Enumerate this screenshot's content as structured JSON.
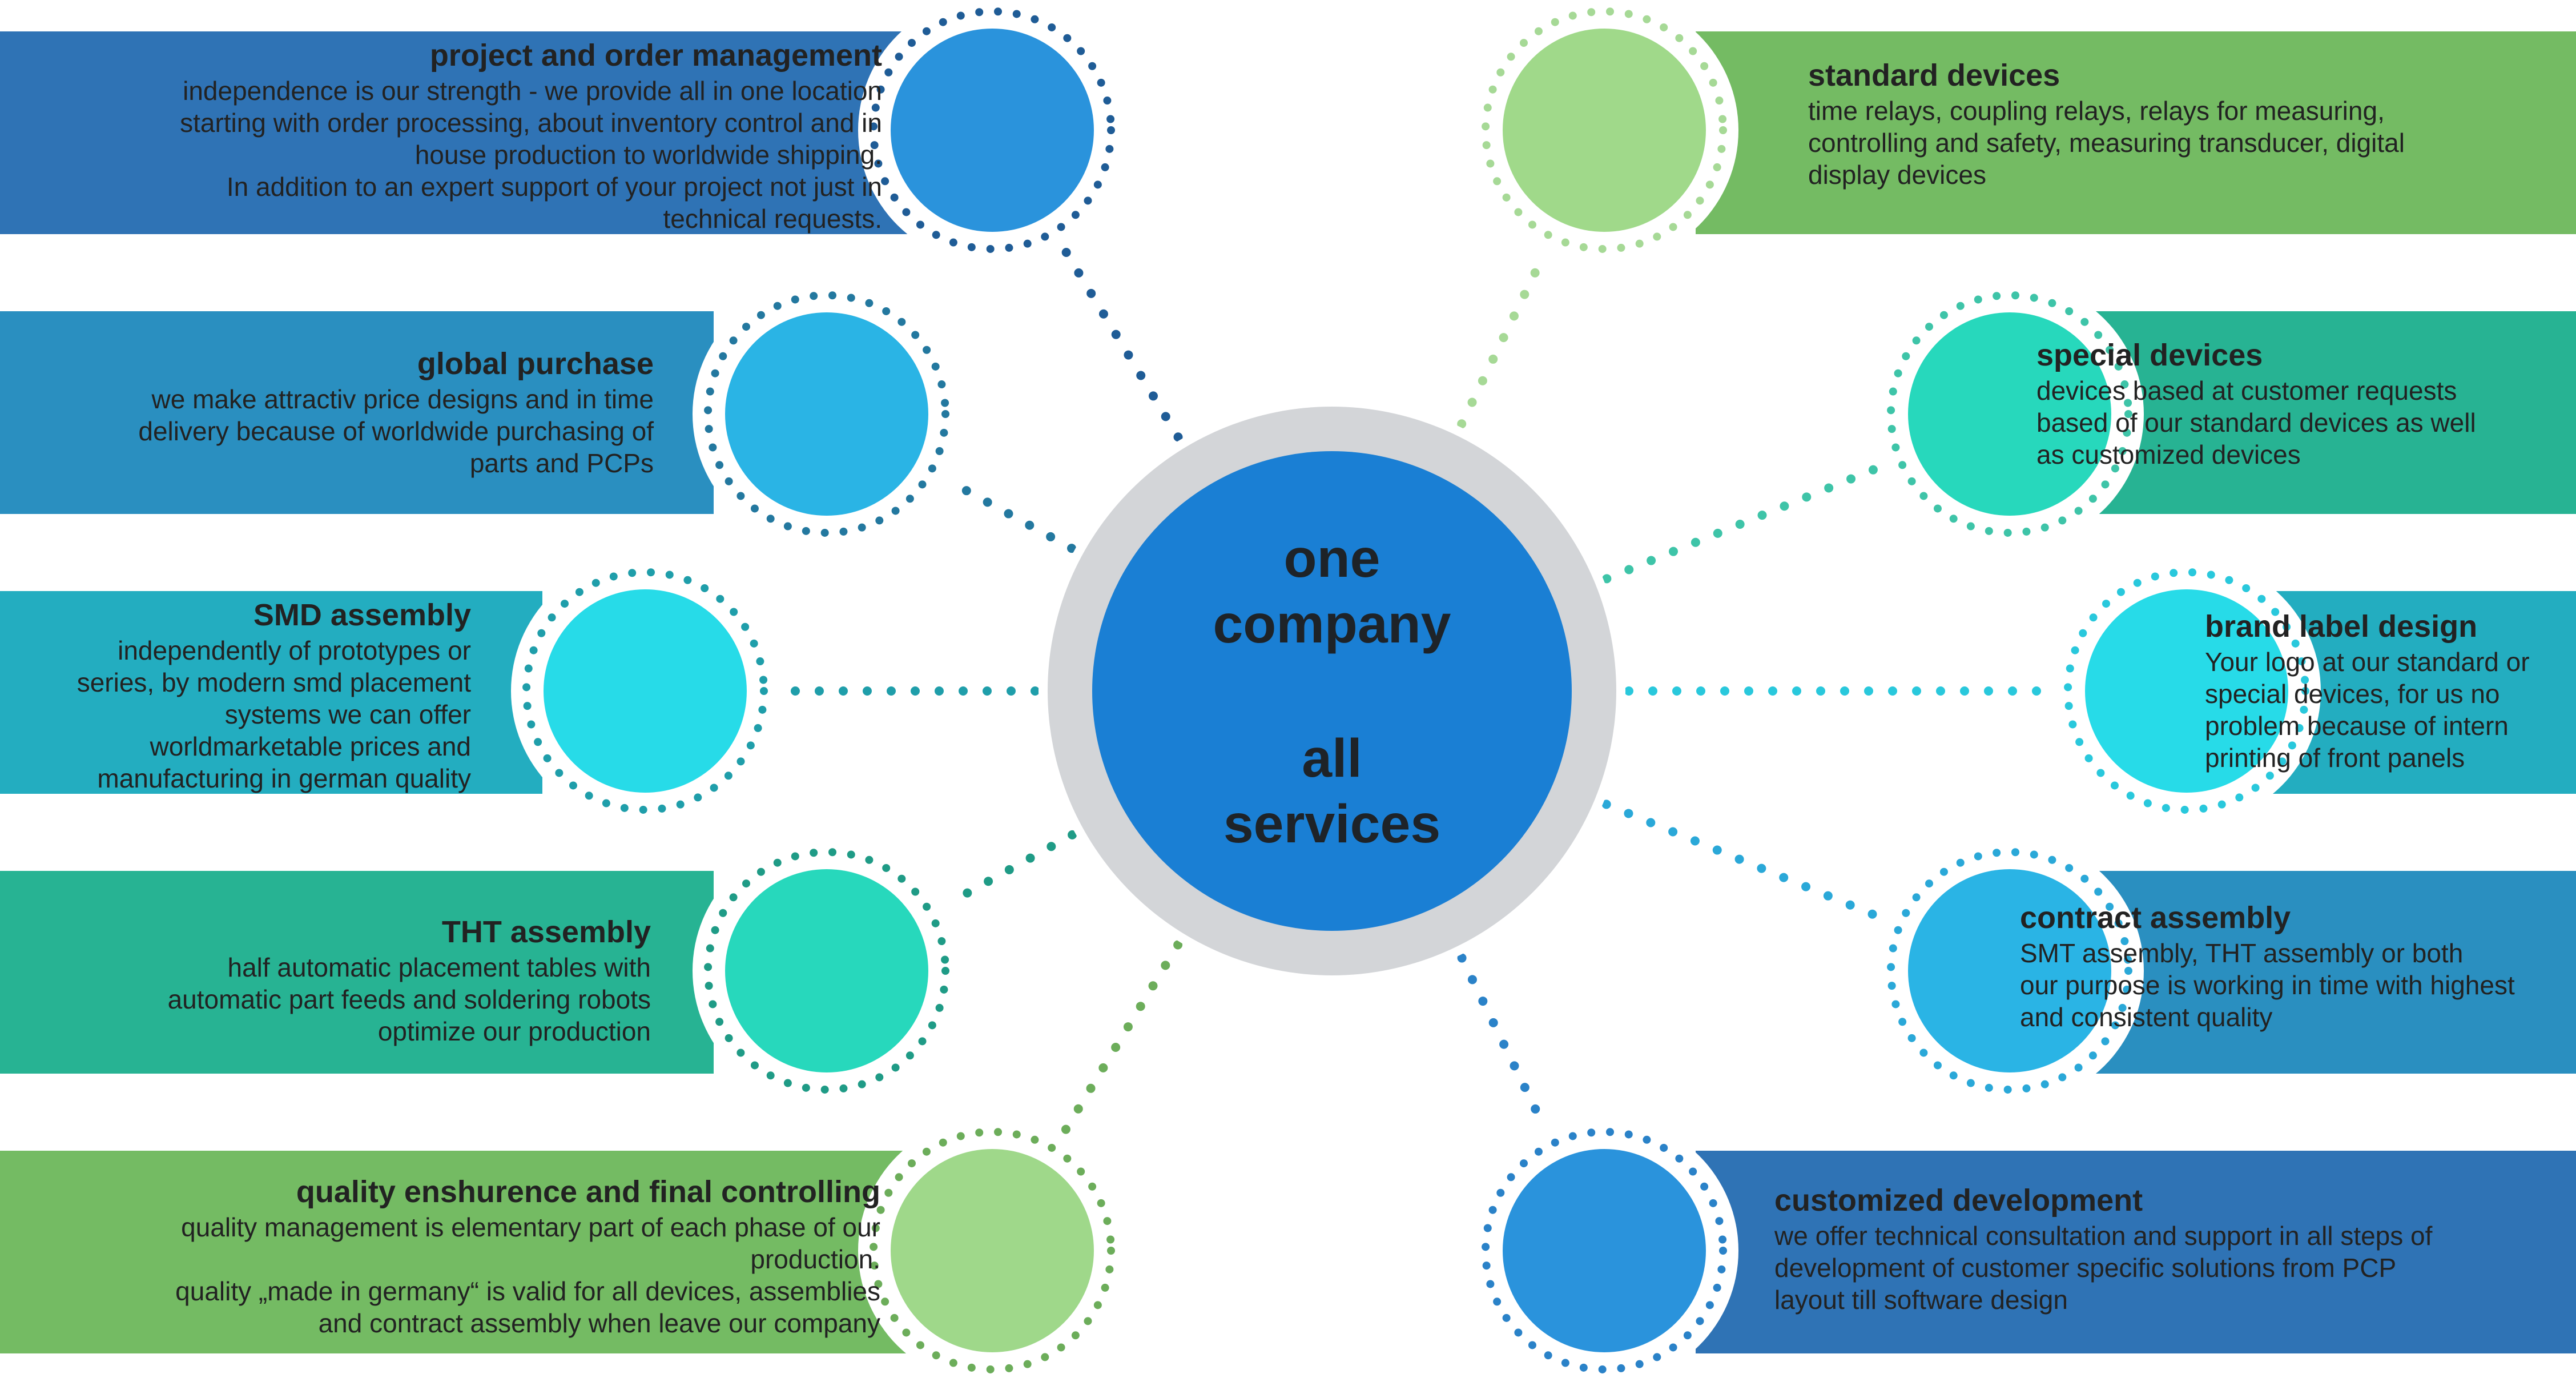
{
  "hub": {
    "lines": [
      "one",
      "company",
      "",
      "all",
      "services"
    ],
    "colors": {
      "fill": "#1a7fd4",
      "ring": "#d3d5d8"
    }
  },
  "services": [
    {
      "id": "project-and-order-management",
      "side": "left",
      "title": "project and order management",
      "body": [
        "independence is our strength - we provide all in one location",
        "starting with order processing, about inventory control and in",
        "house production to worldwide shipping.",
        "In addition to an expert support of your project not just in",
        "technical requests."
      ],
      "colors": {
        "banner": "#2f73b5",
        "circle": "#2a93dc",
        "dots": "#1f5c96"
      }
    },
    {
      "id": "global-purchase",
      "side": "left",
      "title": "global purchase",
      "body": [
        "we make attractiv price designs and in time",
        "delivery because of worldwide purchasing of",
        "parts and PCPs"
      ],
      "colors": {
        "banner": "#2a8fc0",
        "circle": "#2ab4e5",
        "dots": "#23789f"
      }
    },
    {
      "id": "smd-assembly",
      "side": "left",
      "title": "SMD assembly",
      "body": [
        "independently of prototypes or",
        "series, by modern smd placement",
        "systems  we can offer",
        "worldmarketable prices and",
        "manufacturing in german quality"
      ],
      "colors": {
        "banner": "#23adc0",
        "circle": "#27dbe8",
        "dots": "#1f9eaa"
      }
    },
    {
      "id": "tht-assembly",
      "side": "left",
      "title": "THT assembly",
      "body": [
        "half automatic placement tables with",
        "automatic part feeds and soldering robots",
        "optimize our production"
      ],
      "colors": {
        "banner": "#27b393",
        "circle": "#27d8bc",
        "dots": "#1f9b86"
      }
    },
    {
      "id": "quality-enshurence",
      "side": "left",
      "title": "quality enshurence and final controlling",
      "body": [
        "quality management is elementary part of each phase of our",
        "production.",
        "quality „made in germany“ is valid for all devices, assemblies",
        "and contract assembly when leave our company"
      ],
      "colors": {
        "banner": "#74bb63",
        "circle": "#9fd88a",
        "dots": "#6cad5a"
      }
    },
    {
      "id": "standard-devices",
      "side": "right",
      "title": "standard devices",
      "body": [
        "time relays, coupling relays, relays for measuring,",
        "controlling and safety, measuring transducer, digital",
        "display devices"
      ],
      "colors": {
        "banner": "#74bb63",
        "circle": "#a0d98a",
        "dots": "#a6d996"
      }
    },
    {
      "id": "special-devices",
      "side": "right",
      "title": "special devices",
      "body": [
        "devices based at customer requests",
        "based of our standard devices as well",
        "as customized devices"
      ],
      "colors": {
        "banner": "#27b393",
        "circle": "#27d8bc",
        "dots": "#3ec4a8"
      }
    },
    {
      "id": "brand-label-design",
      "side": "right",
      "title": "brand label design",
      "body": [
        "Your logo at our standard or",
        "special devices, for us no",
        "problem because of intern",
        "printing of front panels"
      ],
      "colors": {
        "banner": "#23adc0",
        "circle": "#27dbe8",
        "dots": "#29c8dc"
      }
    },
    {
      "id": "contract-assembly",
      "side": "right",
      "title": "contract assembly",
      "body": [
        "SMT assembly, THT assembly or both",
        "our purpose is working in time with highest",
        "and consistent quality"
      ],
      "colors": {
        "banner": "#2a8fc0",
        "circle": "#2ab4e5",
        "dots": "#2aa8d8"
      }
    },
    {
      "id": "customized-development",
      "side": "right",
      "title": "customized development",
      "body": [
        "we offer technical consultation and support in all steps of",
        "development of customer specific solutions from PCP",
        "layout till software design"
      ],
      "colors": {
        "banner": "#2f73b5",
        "circle": "#2a93dc",
        "dots": "#2a82c8"
      }
    }
  ]
}
